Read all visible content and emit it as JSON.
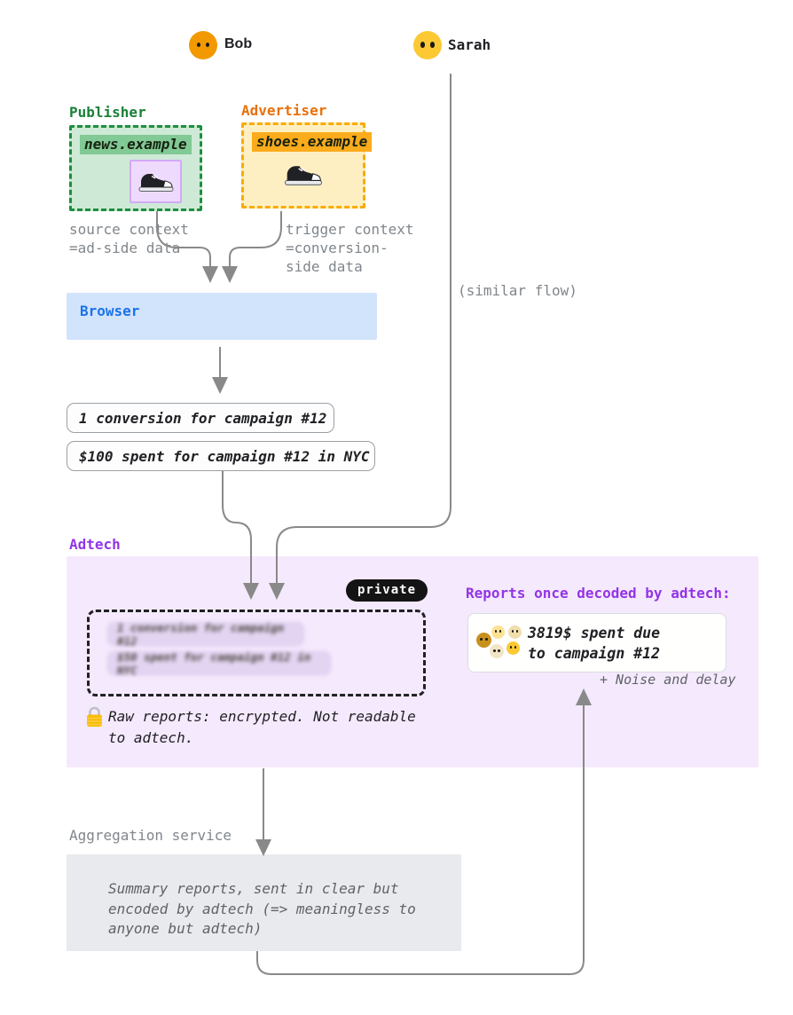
{
  "users": {
    "bob": {
      "label": "Bob",
      "face_color": "#f29900",
      "edge_color": "#e8820c"
    },
    "sarah": {
      "label": "Sarah",
      "face_color": "#fcc934",
      "edge_color": "#f9ab00"
    }
  },
  "publisher": {
    "label": "Publisher",
    "site": "news.example",
    "accent": "#188038",
    "box_bg": "#ceead6",
    "highlight": "#81c995"
  },
  "advertiser": {
    "label": "Advertiser",
    "site": "shoes.example",
    "accent": "#e8710a",
    "accent_border": "#f9ab00",
    "box_bg": "#feefc3",
    "highlight": "#fbab1c"
  },
  "annotations": {
    "source_context": "source context\n=ad-side data",
    "trigger_context": "trigger context\n=conversion-\nside data",
    "similar_flow": "(similar flow)"
  },
  "browser": {
    "label": "Browser",
    "accent": "#1a73e8",
    "box_bg": "#d2e3fc"
  },
  "browser_reports": {
    "conversion": "1 conversion for campaign #12",
    "spend": "$100 spent for campaign #12 in NYC"
  },
  "adtech": {
    "label": "Adtech",
    "accent": "#9334e6",
    "box_bg": "#f5e9fd",
    "private_badge": "private",
    "encrypted_reports": [
      "1 conversion for campaign #12",
      "$50 spent for campaign #12 in NYC"
    ],
    "lock_note": "Raw reports: encrypted. Not readable\nto adtech.",
    "decoded_heading": "Reports once decoded by adtech:",
    "decoded_report": "3819$ spent due\nto campaign #12",
    "decoded_faces": [
      "#c9901c",
      "#fde293",
      "#f2ddad",
      "#f2e5c6",
      "#fcc934"
    ],
    "noise_note": "+ Noise and delay"
  },
  "aggregation": {
    "label": "Aggregation service",
    "box_bg": "#e9eaee",
    "summary": "Summary reports, sent in clear but\nencoded by adtech (=> meaningless to\nanyone but adtech)"
  },
  "wire_color": "#898989"
}
